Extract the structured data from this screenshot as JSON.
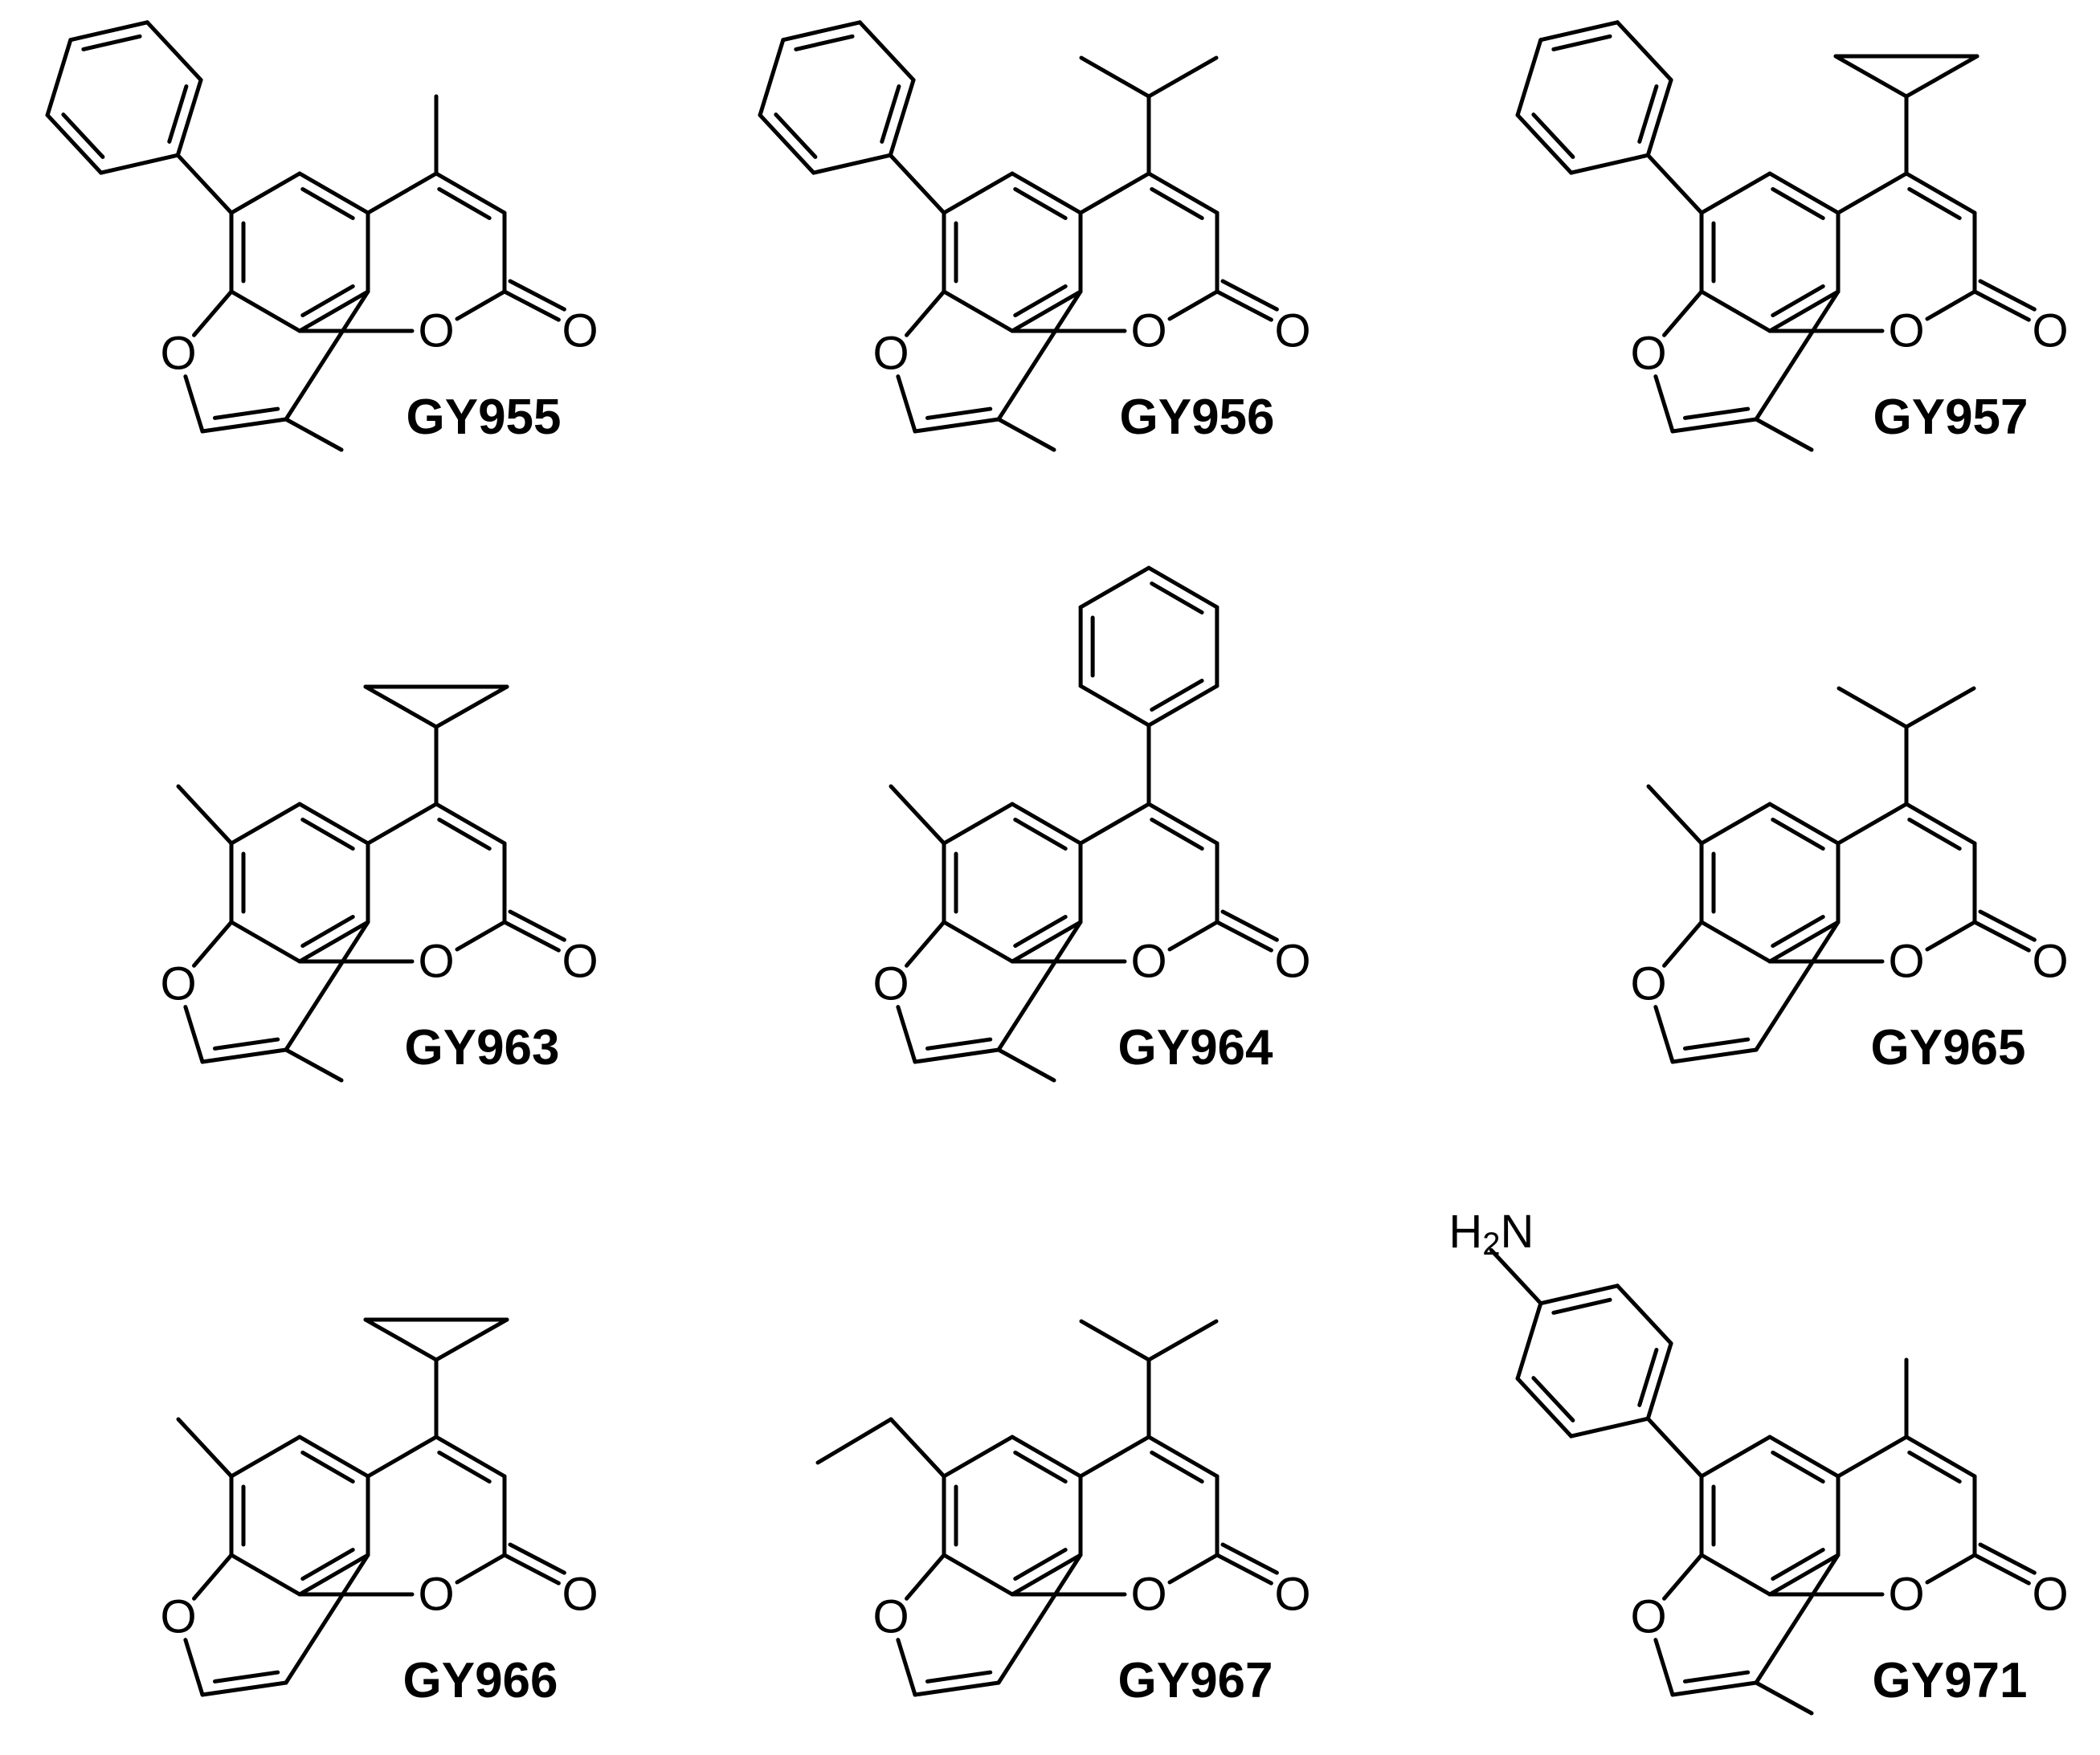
{
  "atom_labels": {
    "oxygen": "O",
    "amine_h": "H",
    "amine_sub": "2",
    "amine_n": "N"
  },
  "compounds": [
    {
      "id": "GY955",
      "r4": "methyl",
      "r6": "phenyl",
      "r9": "methyl"
    },
    {
      "id": "GY956",
      "r4": "isopropyl",
      "r6": "phenyl",
      "r9": "methyl"
    },
    {
      "id": "GY957",
      "r4": "cyclopropyl",
      "r6": "phenyl",
      "r9": "methyl"
    },
    {
      "id": "GY963",
      "r4": "cyclopropyl",
      "r6": "methyl",
      "r9": "methyl"
    },
    {
      "id": "GY964",
      "r4": "phenyl",
      "r6": "methyl",
      "r9": "methyl"
    },
    {
      "id": "GY965",
      "r4": "isopropyl",
      "r6": "methyl",
      "r9": "none"
    },
    {
      "id": "GY966",
      "r4": "cyclopropyl",
      "r6": "methyl",
      "r9": "none"
    },
    {
      "id": "GY967",
      "r4": "isopropyl",
      "r6": "ethyl",
      "r9": "none"
    },
    {
      "id": "GY971",
      "r4": "methyl",
      "r6": "4-aminophenyl",
      "r9": "methyl"
    }
  ]
}
